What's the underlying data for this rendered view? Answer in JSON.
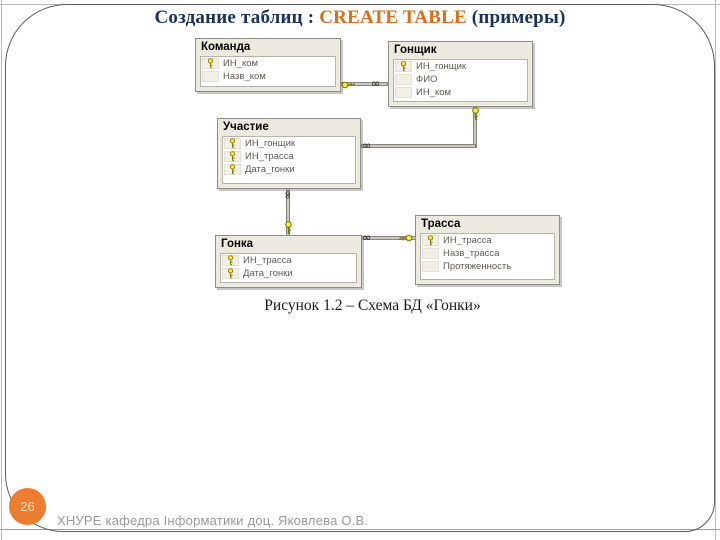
{
  "slide": {
    "title": {
      "part1": "Создание таблиц : ",
      "part2": "CREATE TABLE",
      "part3": " (примеры)"
    },
    "caption": "Рисунок 1.2 – Схема БД «Гонки»",
    "page_number": "26",
    "footer": "ХНУРЕ кафедра Інформатики доц. Яковлева О.В."
  },
  "colors": {
    "title_navy": "#17335d",
    "title_orange": "#d96e1a",
    "page_badge_orange": "#ed7d31",
    "table_header_bg": "#eceade",
    "key_icon_yellow": "#f5ec3f"
  },
  "diagram": {
    "infinity_symbol": "∞",
    "tables": [
      {
        "name": "Команда",
        "fields": [
          {
            "name": "ИН_ком",
            "key": true
          },
          {
            "name": "Назв_ком",
            "key": false
          }
        ]
      },
      {
        "name": "Гонщик",
        "fields": [
          {
            "name": "ИН_гонщик",
            "key": true
          },
          {
            "name": "ФИО",
            "key": false
          },
          {
            "name": "ИН_ком",
            "key": false
          }
        ]
      },
      {
        "name": "Участие",
        "fields": [
          {
            "name": "ИН_гонщик",
            "key": true
          },
          {
            "name": "ИН_трасса",
            "key": true
          },
          {
            "name": "Дата_гонки",
            "key": true
          }
        ]
      },
      {
        "name": "Гонка",
        "fields": [
          {
            "name": "ИН_трасса",
            "key": true
          },
          {
            "name": "Дата_гонки",
            "key": true
          }
        ]
      },
      {
        "name": "Трасса",
        "fields": [
          {
            "name": "ИН_трасса",
            "key": true
          },
          {
            "name": "Назв_трасса",
            "key": false
          },
          {
            "name": "Протяженность",
            "key": false
          }
        ]
      }
    ],
    "relations": [
      {
        "one": "Команда",
        "many": "Гонщик"
      },
      {
        "one": "Гонщик",
        "many": "Участие"
      },
      {
        "one": "Гонка",
        "many": "Участие"
      },
      {
        "one": "Трасса",
        "many": "Гонка"
      }
    ]
  }
}
